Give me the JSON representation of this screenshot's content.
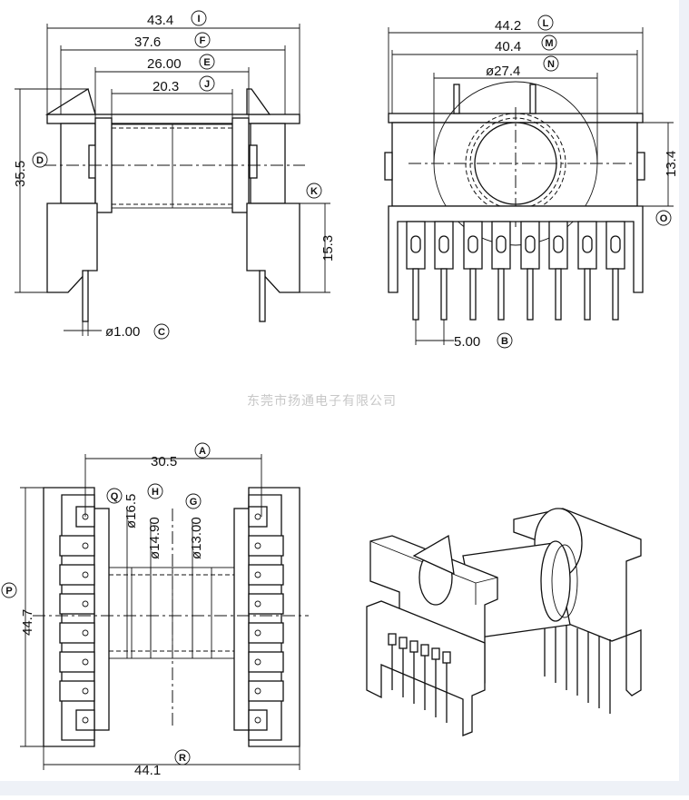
{
  "watermark": "东莞市扬通电子有限公司",
  "dimensions": {
    "I": "43.4",
    "F": "37.6",
    "E": "26.00",
    "J": "20.3",
    "D": "35.5",
    "K": "15.3",
    "C": "ø1.00",
    "L": "44.2",
    "M": "40.4",
    "N": "ø27.4",
    "O": "13.4",
    "B": "5.00",
    "A": "30.5",
    "Q": "ø16.5",
    "H": "ø14.90",
    "G": "ø13.00",
    "P": "44.7",
    "R": "44.1"
  },
  "callouts": {
    "I": "I",
    "F": "F",
    "E": "E",
    "J": "J",
    "D": "D",
    "K": "K",
    "C": "C",
    "L": "L",
    "M": "M",
    "N": "N",
    "O": "O",
    "B": "B",
    "A": "A",
    "Q": "Q",
    "H": "H",
    "G": "G",
    "P": "P",
    "R": "R"
  }
}
